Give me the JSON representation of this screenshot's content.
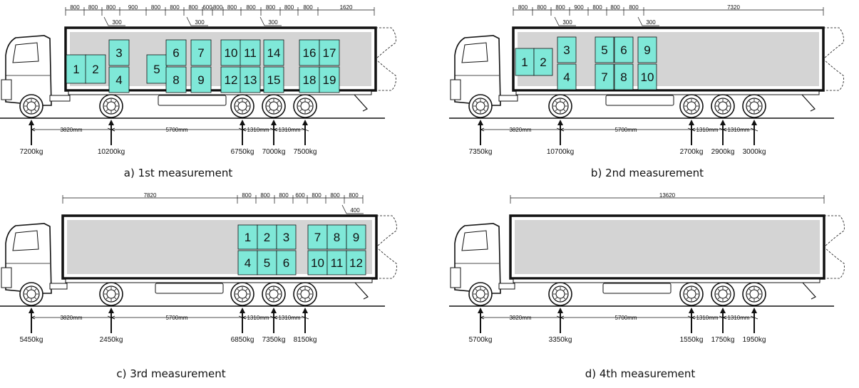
{
  "panels": [
    {
      "caption": "a) 1st measurement",
      "top_dims": [
        "800",
        "800",
        "800",
        "900",
        "800",
        "800",
        "800",
        "600",
        "800",
        "800",
        "800",
        "800",
        "800",
        "800",
        "1620"
      ],
      "sub_dims": [
        "300",
        "300",
        "300"
      ],
      "pallets": [
        "1",
        "2",
        "3",
        "4",
        "5",
        "6",
        "7",
        "8",
        "9",
        "10",
        "11",
        "12",
        "13",
        "14",
        "15",
        "16",
        "17",
        "18",
        "19"
      ],
      "wheelbase_dims": [
        "3820mm",
        "5700mm",
        "1310mm",
        "1310mm"
      ],
      "axle_loads": [
        "7200kg",
        "10200kg",
        "6750kg",
        "7000kg",
        "7500kg"
      ]
    },
    {
      "caption": "b) 2nd measurement",
      "top_dims": [
        "800",
        "800",
        "800",
        "900",
        "800",
        "800",
        "800",
        "7320"
      ],
      "sub_dims": [
        "300",
        "300"
      ],
      "pallets": [
        "1",
        "2",
        "3",
        "4",
        "5",
        "6",
        "7",
        "8",
        "9",
        "10"
      ],
      "wheelbase_dims": [
        "3820mm",
        "5700mm",
        "1310mm",
        "1310mm"
      ],
      "axle_loads": [
        "7350kg",
        "10700kg",
        "2700kg",
        "2900kg",
        "3000kg"
      ]
    },
    {
      "caption": "c) 3rd measurement",
      "top_dims": [
        "7820",
        "800",
        "800",
        "800",
        "600",
        "800",
        "800",
        "800"
      ],
      "sub_dims": [
        "400"
      ],
      "pallets": [
        "1",
        "2",
        "3",
        "4",
        "5",
        "6",
        "7",
        "8",
        "9",
        "10",
        "11",
        "12"
      ],
      "wheelbase_dims": [
        "3820mm",
        "5700mm",
        "1310mm",
        "1310mm"
      ],
      "axle_loads": [
        "5450kg",
        "2450kg",
        "6850kg",
        "7350kg",
        "8150kg"
      ]
    },
    {
      "caption": "d) 4th measurement",
      "top_dims": [
        "13620"
      ],
      "sub_dims": [],
      "pallets": [],
      "wheelbase_dims": [
        "3820mm",
        "5700mm",
        "1310mm",
        "1310mm"
      ],
      "axle_loads": [
        "5700kg",
        "3350kg",
        "1550kg",
        "1750kg",
        "1950kg"
      ]
    }
  ],
  "colors": {
    "pallet": "#7fe8d8",
    "cargo_floor": "#d4d4d4",
    "outline": "#111111"
  }
}
